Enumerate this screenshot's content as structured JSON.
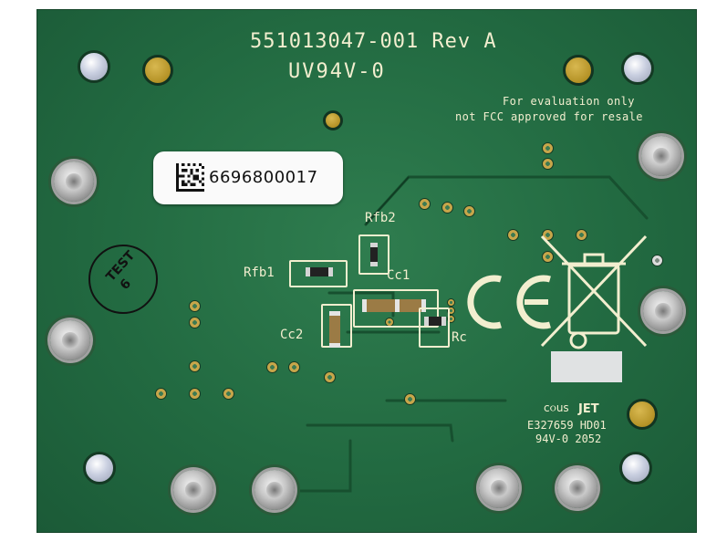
{
  "board": {
    "part_number": "551013047-001 Rev A",
    "flammability": "UV94V-0",
    "notice_line1": "For evaluation only",
    "notice_line2": "not FCC approved for resale",
    "serial": "6696800017",
    "stamp_word": "TEST",
    "stamp_number": "6",
    "designators": {
      "rfb1": "Rfb1",
      "rfb2": "Rfb2",
      "cc1": "Cc1",
      "cc2": "Cc2",
      "rc": "Rc"
    },
    "cert_code": "E327659 HD01",
    "cert_rating": "94V-0 2052",
    "jet": "JET",
    "ul_mark": "c૦us",
    "ce_mark": "CE",
    "colors": {
      "solder_mask": "#226a41",
      "silkscreen": "#f2eecf",
      "gold_pad": "#b49226"
    }
  }
}
